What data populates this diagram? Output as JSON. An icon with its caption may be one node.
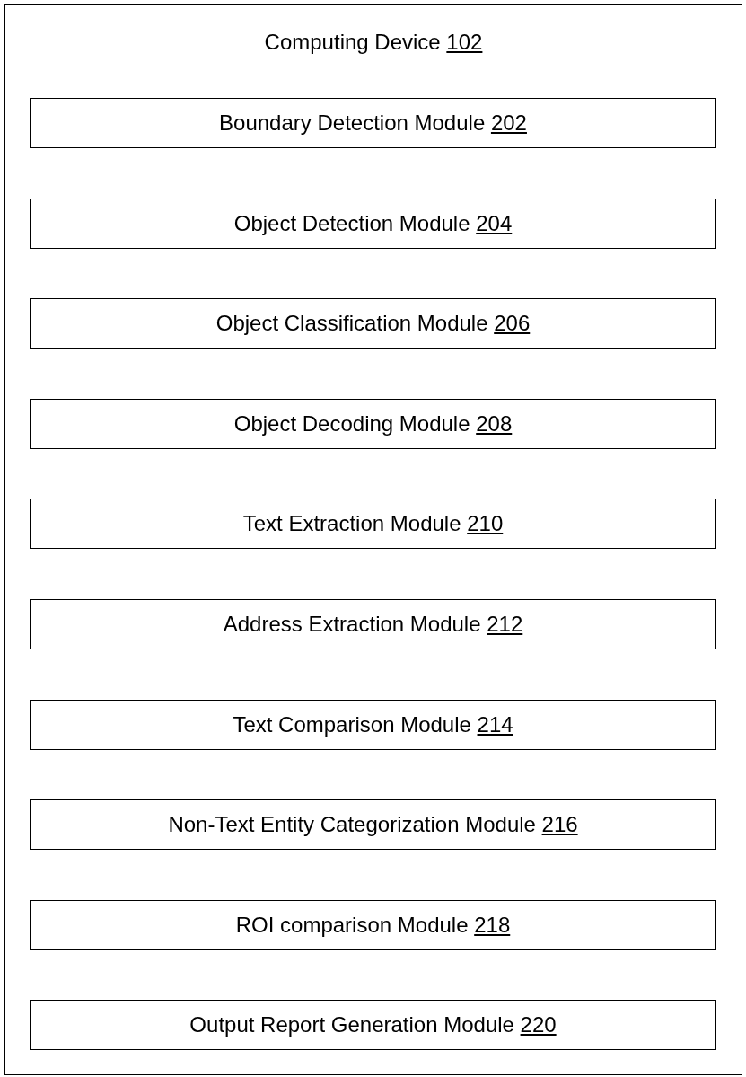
{
  "diagram": {
    "nodes": [
      {
        "text": [
          "Computing Device 102"
        ]
      },
      {
        "text": [
          "Boundary Detection Module 202"
        ],
        "in": 0
      },
      {
        "text": [
          "Object Detection Module 204"
        ],
        "in": 0
      },
      {
        "text": [
          "Object Classification Module 206"
        ],
        "in": 0
      },
      {
        "text": [
          "Object Decoding Module 208"
        ],
        "in": 0
      },
      {
        "text": [
          "Text Extraction Module 210"
        ],
        "in": 0
      },
      {
        "text": [
          "Address Extraction Module 212"
        ],
        "in": 0
      },
      {
        "text": [
          "Text Comparison Module 214"
        ],
        "in": 0
      },
      {
        "text": [
          "Non-Text Entity Categorization Module 216"
        ],
        "in": 0
      },
      {
        "text": [
          "ROI comparison Module 218"
        ],
        "in": 0
      },
      {
        "text": [
          "Output Report Generation Module 220"
        ],
        "in": 0
      }
    ]
  }
}
